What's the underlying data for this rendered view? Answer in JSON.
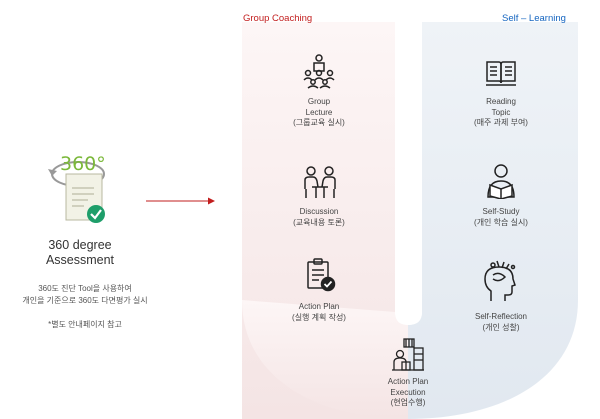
{
  "sections": {
    "group_coaching": "Group Coaching",
    "self_learning": "Self – Learning"
  },
  "assessment": {
    "badge": "360°",
    "title_line1": "360 degree",
    "title_line2": "Assessment",
    "desc_line1": "360도 진단 Tool을 사용하여",
    "desc_line2": "개인을 기준으로 360도 다면평가 실시",
    "note": "*별도 안내페이지 참고"
  },
  "group_coaching_steps": [
    {
      "icon": "group-lecture-icon",
      "lines": [
        "Group",
        "Lecture",
        "(그룹교육 실시)"
      ]
    },
    {
      "icon": "discussion-icon",
      "lines": [
        "Discussion",
        "(교육내용 토론)"
      ]
    },
    {
      "icon": "action-plan-icon",
      "lines": [
        "Action Plan",
        "(실행 계획 작성)"
      ]
    }
  ],
  "self_learning_steps": [
    {
      "icon": "reading-book-icon",
      "lines": [
        "Reading",
        "Topic",
        "(매주 과제 부여)"
      ]
    },
    {
      "icon": "self-study-icon",
      "lines": [
        "Self-Study",
        "(개인 학습 실시)"
      ]
    },
    {
      "icon": "self-reflection-icon",
      "lines": [
        "Self-Reflection",
        "(개인 성찰)"
      ]
    }
  ],
  "execution": {
    "icon": "execution-icon",
    "lines": [
      "Action Plan",
      "Execution",
      "(현업수행)"
    ]
  },
  "colors": {
    "group_coaching_bg": "#f8eded",
    "self_learning_bg": "#e9eef4",
    "group_coaching_title": "#c21d1d",
    "self_learning_title": "#1565c0",
    "arrow": "#c21d1d",
    "check": "#1e9e6a"
  }
}
